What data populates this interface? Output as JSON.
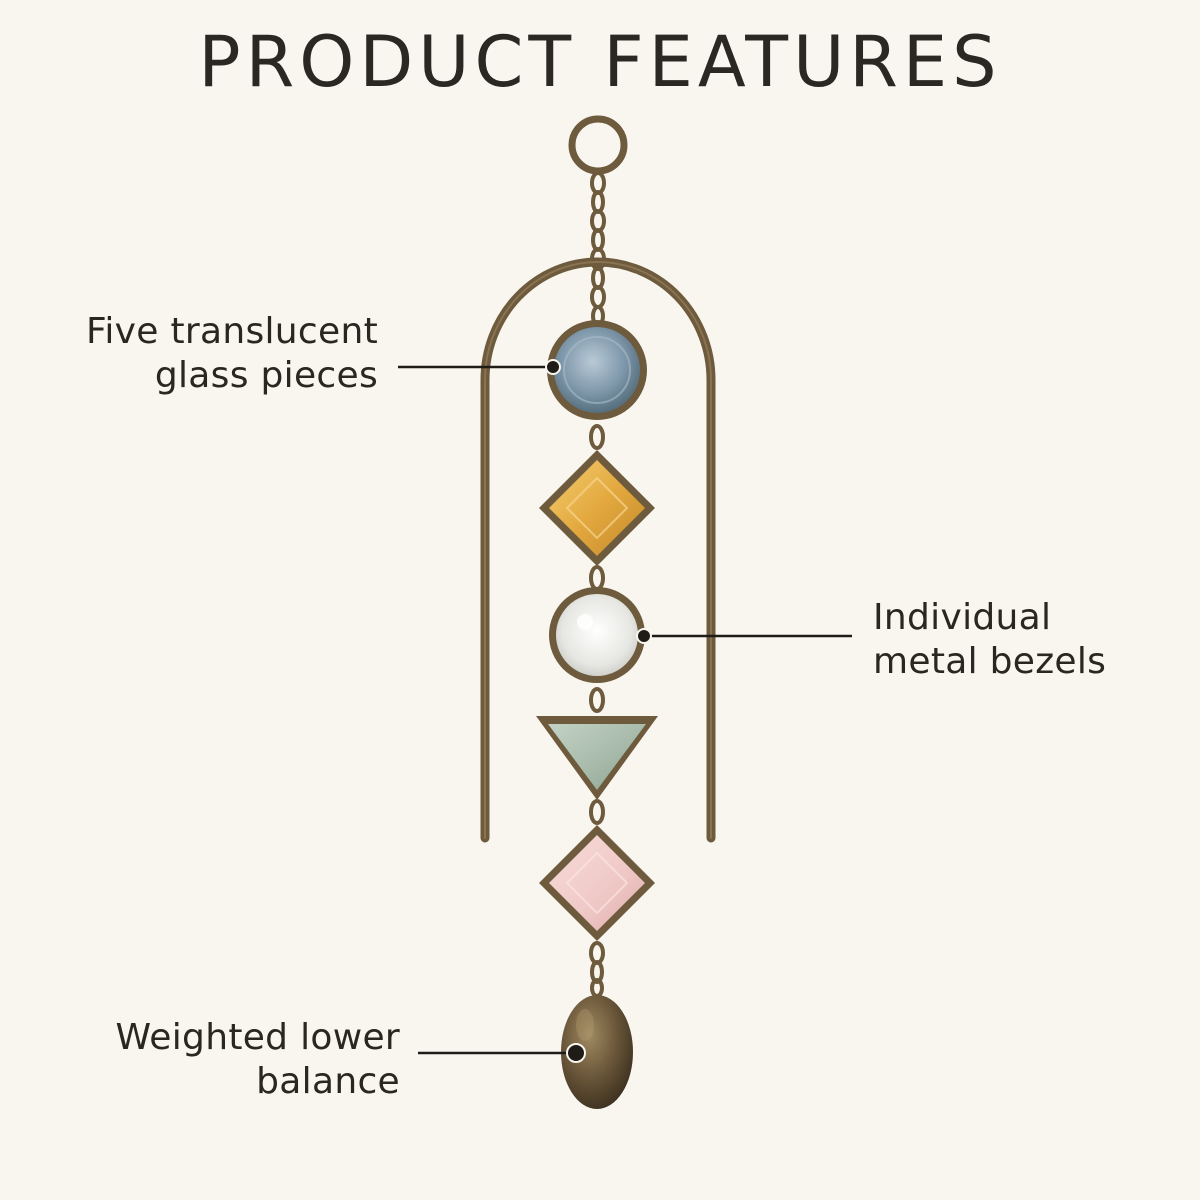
{
  "title": "PRODUCT FEATURES",
  "callouts": [
    {
      "id": "glass",
      "lines": [
        "Five translucent",
        "glass pieces"
      ]
    },
    {
      "id": "bezels",
      "lines": [
        "Individual",
        "metal bezels"
      ]
    },
    {
      "id": "weight",
      "lines": [
        "Weighted lower",
        "balance"
      ]
    }
  ],
  "colors": {
    "background": "#f8f6ef",
    "metal": "#6e5a3c",
    "glass_blue": "#7f98ab",
    "glass_amber": "#e3a93f",
    "glass_clear": "#e9e9e6",
    "glass_sage": "#a5b8a8",
    "glass_pink": "#efc8c6",
    "leader_line": "#1f1c18"
  }
}
